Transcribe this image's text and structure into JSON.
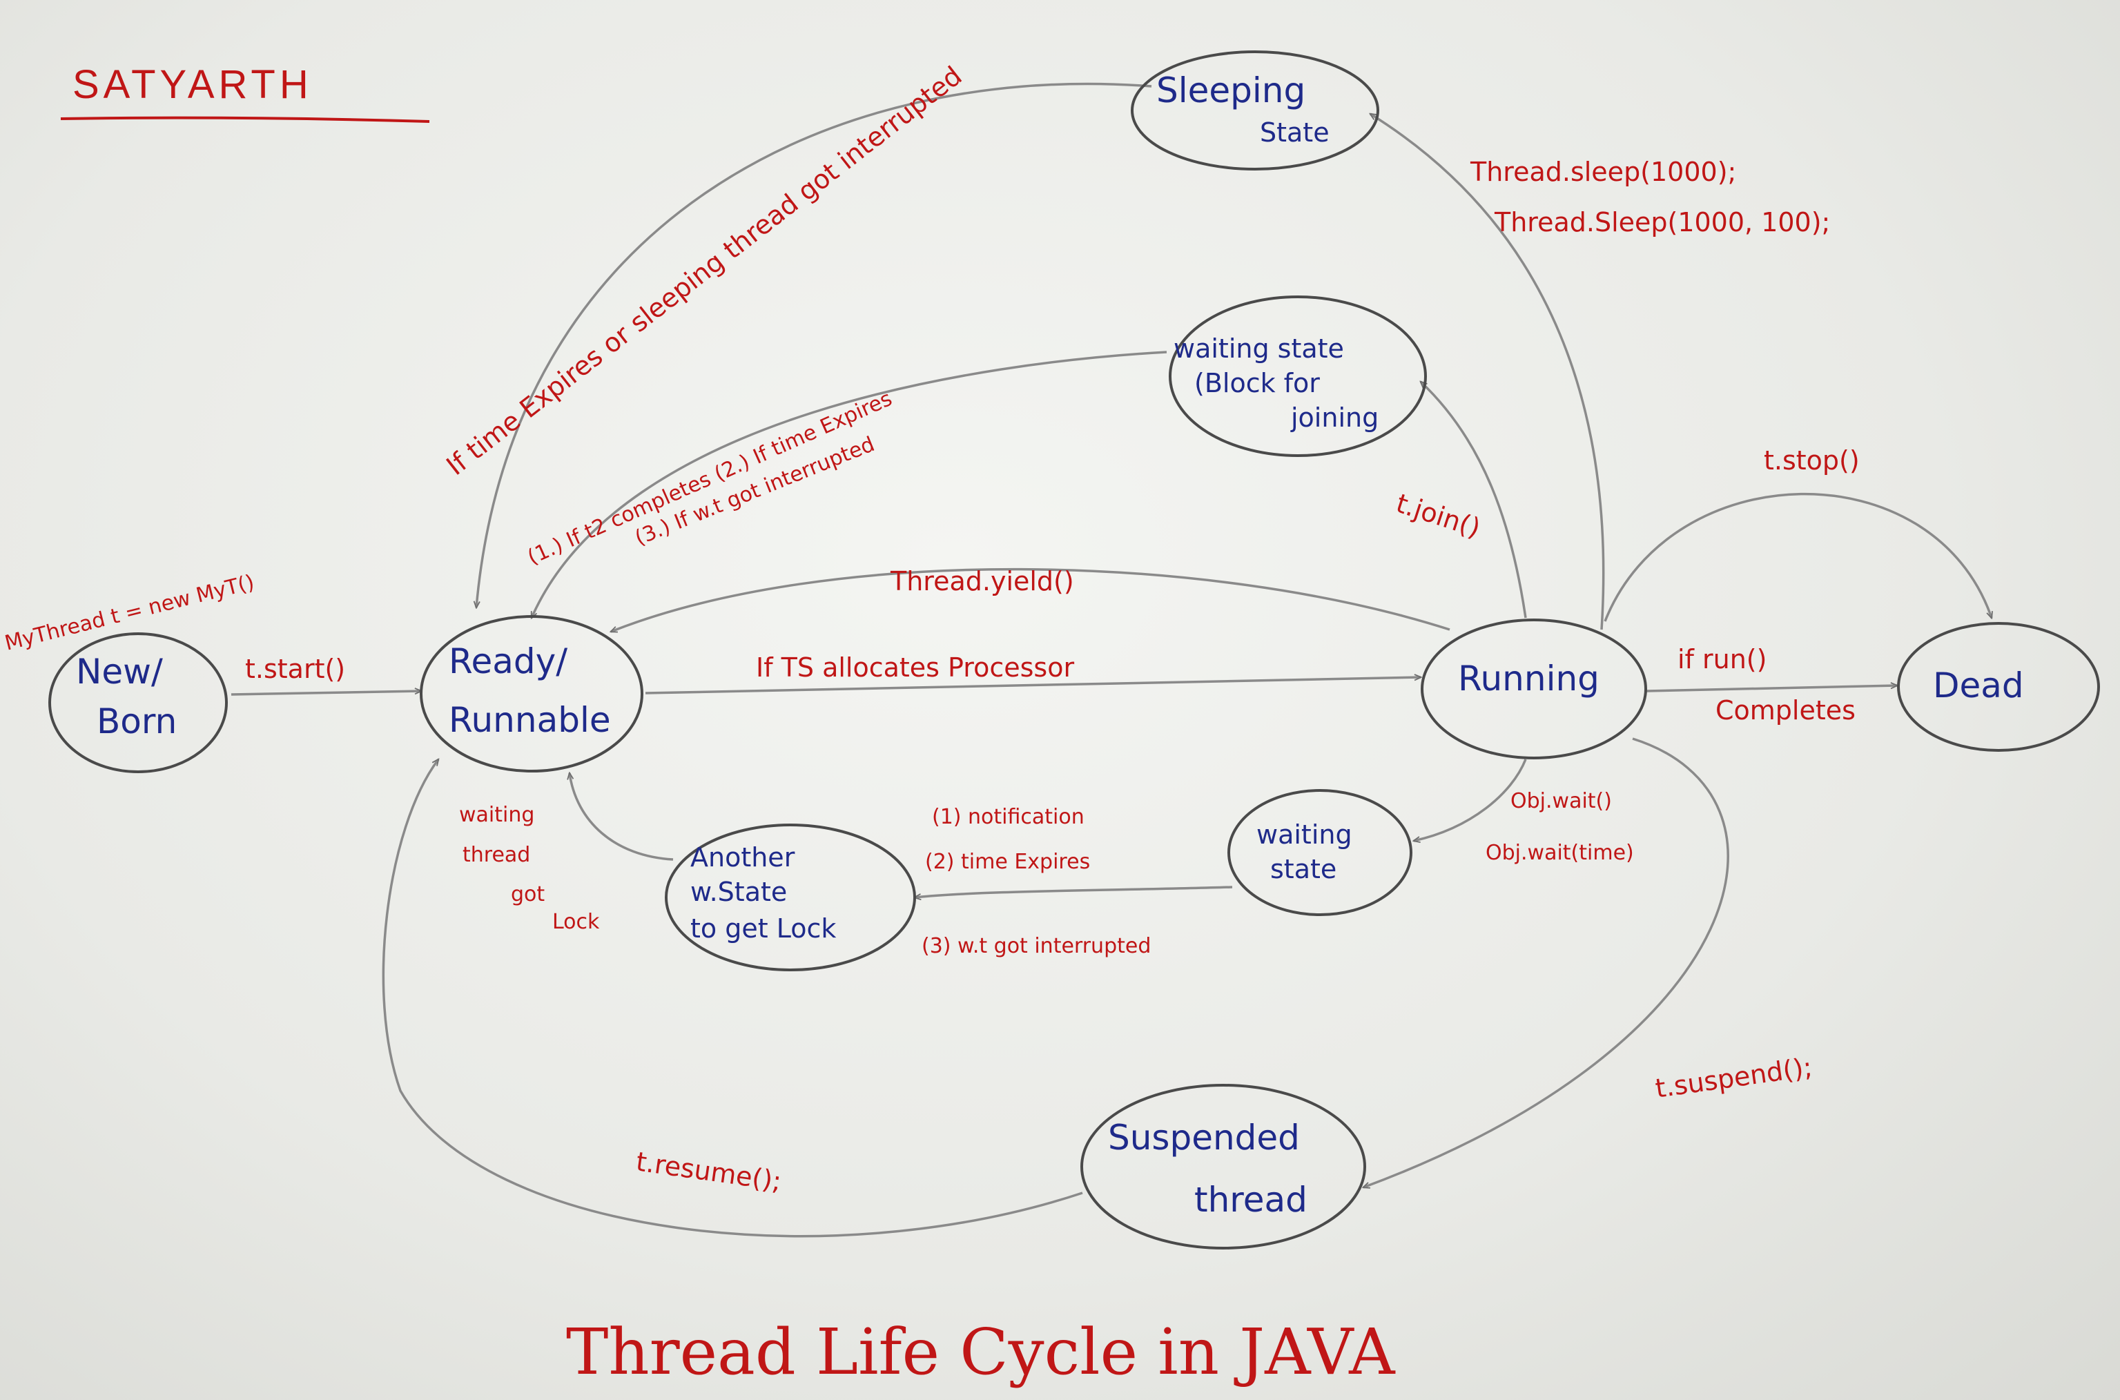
{
  "author": "SATYARTH",
  "title": "Thread Life Cycle in JAVA",
  "colors": {
    "node_text": "#1e2a8a",
    "edge_text": "#c01616",
    "edge_line": "#8a8a8a",
    "node_line": "#4a4a4a"
  },
  "nodes": {
    "new_born": [
      "New/",
      "Born"
    ],
    "ready_runnable": [
      "Ready/",
      "Runnable"
    ],
    "running": "Running",
    "dead": "Dead",
    "sleeping": [
      "Sleeping",
      "State"
    ],
    "waiting_join": [
      "waiting state",
      "(Block for",
      "joining"
    ],
    "waiting_state": [
      "waiting",
      "state"
    ],
    "another_wstate": [
      "Another",
      "w.State",
      "to get Lock"
    ],
    "suspended": [
      "Suspended",
      "thread"
    ]
  },
  "edges": {
    "create": "MyThread t = new MyT()",
    "start": "t.start()",
    "allocates": "If TS allocates Processor",
    "yield": "Thread.yield()",
    "sleep_1": "Thread.sleep(1000);",
    "sleep_2": "Thread.Sleep(1000, 100);",
    "sleep_return": "If time Expires or sleeping thread got interrupted",
    "join": "t.join()",
    "join_return_1": "(1.) If t2 completes (2.) If time Expires",
    "join_return_2": "(3.) If w.t got interrupted",
    "stop": "t.stop()",
    "run_1": "if run()",
    "run_2": "Completes",
    "wait_1": "Obj.wait()",
    "wait_2": "Obj.wait(time)",
    "notify_1": "(1) notification",
    "notify_2": "(2) time Expires",
    "notify_3": "(3) w.t got interrupted",
    "lock_1": "waiting",
    "lock_2": "thread",
    "lock_3": "got",
    "lock_4": "Lock",
    "suspend": "t.suspend();",
    "resume": "t.resume();"
  }
}
